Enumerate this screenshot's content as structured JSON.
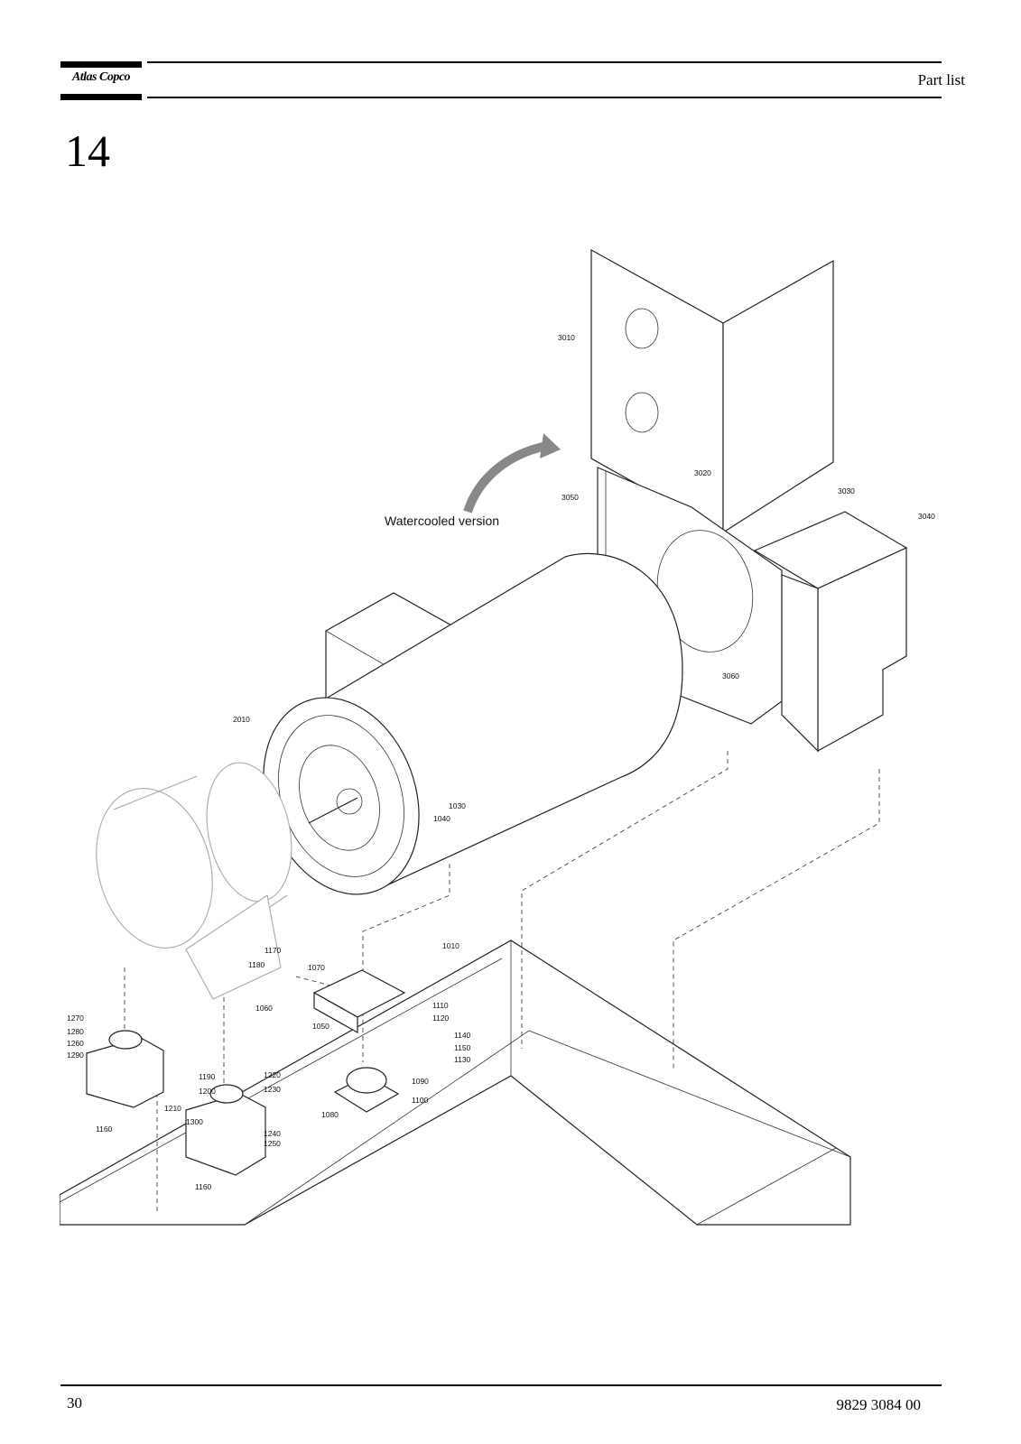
{
  "header": {
    "logo_text": "Atlas Copco",
    "title": "Part list"
  },
  "section_number": "14",
  "figure": {
    "note": "Watercooled version",
    "callouts": [
      "3010",
      "3020",
      "3050",
      "3030",
      "3040",
      "3060",
      "2010",
      "1030",
      "1040",
      "1170",
      "1180",
      "1070",
      "1060",
      "1010",
      "1050",
      "1110",
      "1120",
      "1140",
      "1150",
      "1130",
      "1090",
      "1100",
      "1080",
      "1270",
      "1280",
      "1260",
      "1290",
      "1190",
      "1200",
      "1210",
      "1220",
      "1230",
      "1300",
      "1240",
      "1250",
      "1160",
      "1160"
    ]
  },
  "footer": {
    "page_number": "30",
    "document_number": "9829 3084 00"
  }
}
